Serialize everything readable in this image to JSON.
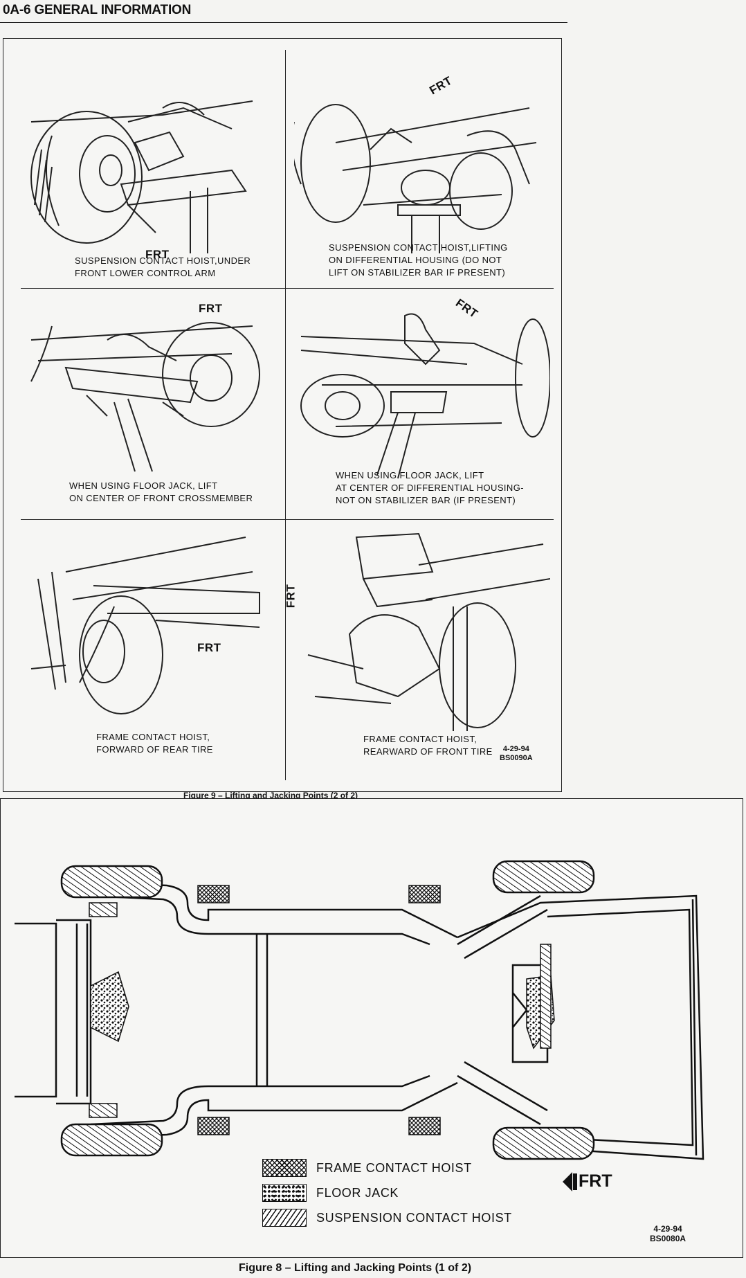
{
  "header": {
    "title": "0A-6 GENERAL INFORMATION"
  },
  "figure9": {
    "panels": [
      {
        "caption": "SUSPENSION CONTACT HOIST,UNDER\nFRONT LOWER CONTROL ARM",
        "frt": "FRT"
      },
      {
        "caption": "SUSPENSION CONTACT HOIST,LIFTING\nON DIFFERENTIAL HOUSING (DO NOT\nLIFT ON STABILIZER BAR IF PRESENT)",
        "frt": "FRT"
      },
      {
        "caption": "WHEN USING FLOOR JACK, LIFT\nON CENTER OF FRONT CROSSMEMBER",
        "frt": "FRT"
      },
      {
        "caption": "WHEN USING FLOOR JACK, LIFT\nAT CENTER OF DIFFERENTIAL HOUSING-\nNOT ON STABILIZER BAR (IF PRESENT)",
        "frt": "FRT"
      },
      {
        "caption": "FRAME CONTACT HOIST,\nFORWARD OF REAR TIRE",
        "frt": "FRT"
      },
      {
        "caption": "FRAME CONTACT HOIST,\nREARWARD OF FRONT TIRE",
        "frt": "FRT"
      }
    ],
    "code_date": "4-29-94",
    "code_id": "BS0090A",
    "title": "Figure 9 – Lifting and Jacking Points (2 of 2)"
  },
  "figure8": {
    "legend": [
      {
        "label": "FRAME CONTACT HOIST",
        "pattern": "crosshatch"
      },
      {
        "label": "FLOOR JACK",
        "pattern": "speckle"
      },
      {
        "label": "SUSPENSION CONTACT HOIST",
        "pattern": "diagonal"
      }
    ],
    "frt": "FRT",
    "code_date": "4-29-94",
    "code_id": "BS0080A",
    "title": "Figure 8 – Lifting and Jacking Points (1 of 2)"
  }
}
